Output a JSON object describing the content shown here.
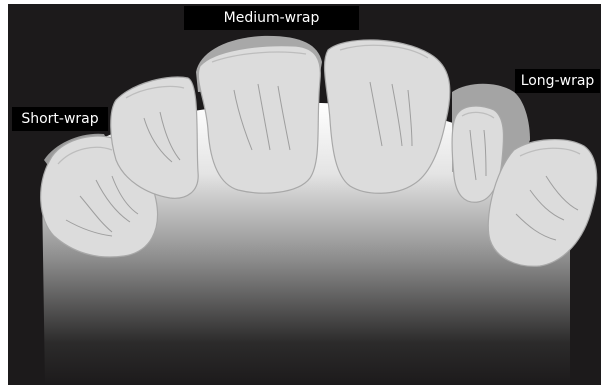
{
  "labels": {
    "short_wrap": "Short-wrap",
    "medium_wrap": "Medium-wrap",
    "long_wrap": "Long-wrap"
  },
  "colors": {
    "background": "#1c1a1b",
    "tooth": "#dcdcdc",
    "tooth_outline": "#aaaaaa",
    "wrap_overlay": "#a8a8a8",
    "label_background": "#000000",
    "label_text": "#ffffff"
  }
}
